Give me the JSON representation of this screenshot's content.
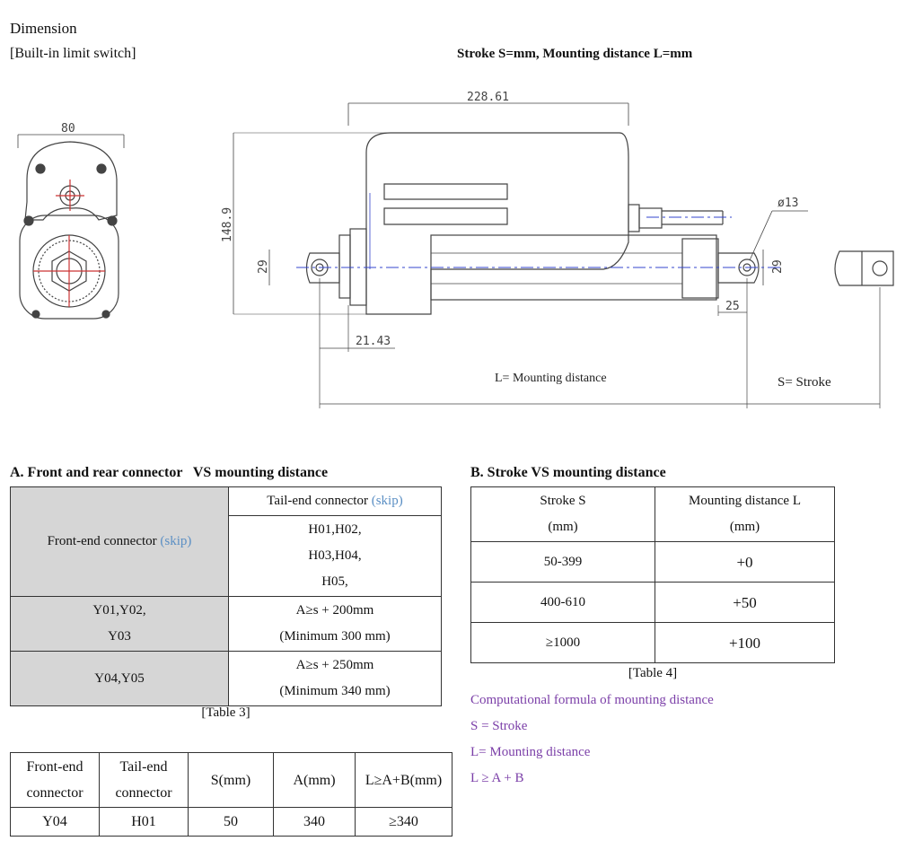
{
  "heading": {
    "title": "Dimension",
    "subtitle": "[Built-in limit switch]",
    "stroke_note": "Stroke S=mm, Mounting distance L=mm"
  },
  "drawing": {
    "dim_80": "80",
    "dim_228": "228.61",
    "dim_148": "148.9",
    "dim_29_left": "29",
    "dim_29_right": "29",
    "dim_21": "21.43",
    "dim_25": "25",
    "dim_d13": "ø13",
    "label_L": "L= Mounting distance",
    "label_S": "S= Stroke"
  },
  "table_a": {
    "title": "A. Front and rear connector   VS mounting distance",
    "tail_header": "Tail-end connector",
    "tail_skip": "(skip)",
    "front_header": "Front-end connector",
    "front_skip": "(skip)",
    "tail_codes": [
      "H01,H02,",
      "H03,H04,",
      "H05,"
    ],
    "rows": [
      {
        "front": [
          "Y01,Y02,",
          "Y03"
        ],
        "value": [
          "A≥s + 200mm",
          "(Minimum 300 mm)"
        ]
      },
      {
        "front": [
          "Y04,Y05"
        ],
        "value": [
          "A≥s + 250mm",
          "(Minimum 340 mm)"
        ]
      }
    ],
    "caption": "[Table 3]"
  },
  "table_b": {
    "title": "B. Stroke VS mounting distance",
    "headers": [
      [
        "Stroke S",
        "(mm)"
      ],
      [
        "Mounting distance L",
        "(mm)"
      ]
    ],
    "rows": [
      [
        "50-399",
        "+0"
      ],
      [
        "400-610",
        "+50"
      ],
      [
        "≥1000",
        "+100"
      ]
    ],
    "caption": "[Table 4]"
  },
  "formula": {
    "line1": "Computational formula of mounting distance",
    "line2": "S = Stroke",
    "line3": "L= Mounting distance",
    "line4": "L ≥ A + B"
  },
  "table_c": {
    "headers": [
      [
        "Front-end",
        "connector"
      ],
      [
        "Tail-end",
        "connector"
      ],
      [
        "S(mm)"
      ],
      [
        "A(mm)"
      ],
      [
        "L≥A+B(mm)"
      ]
    ],
    "row": [
      "Y04",
      "H01",
      "50",
      "340",
      "≥340"
    ]
  }
}
